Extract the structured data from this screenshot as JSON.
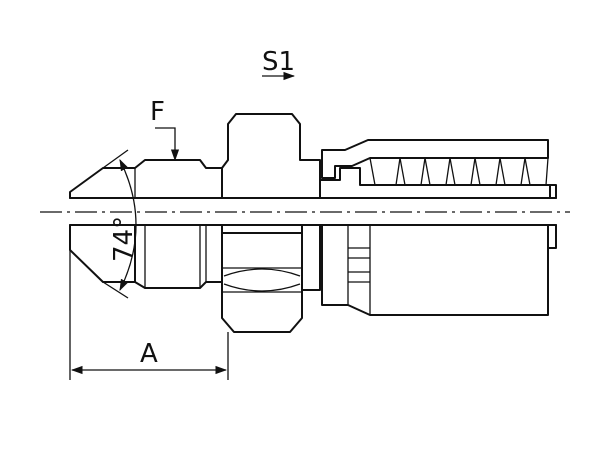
{
  "drawing": {
    "labels": {
      "flat": "F",
      "hex_size": "S1",
      "length": "A",
      "cone_angle": "74°"
    },
    "line_color": "#111111",
    "background": "#ffffff"
  }
}
